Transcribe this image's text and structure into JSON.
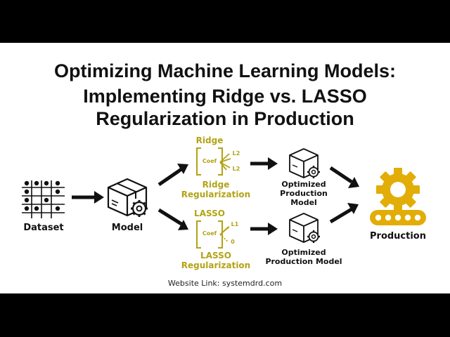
{
  "title": {
    "line1": "Optimizing Machine Learning Models:",
    "line2": "Implementing Ridge vs. LASSO",
    "line3": "Regularization in Production"
  },
  "nodes": {
    "dataset": "Dataset",
    "model": "Model",
    "ridge_header": "Ridge",
    "ridge_label_1": "Ridge",
    "ridge_label_2": "Regularization",
    "lasso_header": "LASSO",
    "lasso_label_1": "LASSO",
    "lasso_label_2": "Regularization",
    "opt_top_1": "Optimized",
    "opt_top_2": "Production",
    "opt_top_3": "Model",
    "opt_bottom_1": "Optimized",
    "opt_bottom_2": "Production Model",
    "production": "Production"
  },
  "ridge_icon": {
    "coef": "Coef",
    "l2_top": "L2",
    "l2_bottom": "L2"
  },
  "lasso_icon": {
    "coef": "Coef",
    "l1": "L1",
    "zero": "0"
  },
  "footer": {
    "website": "Website Link: systemdrd.com"
  },
  "colors": {
    "accent_gold": "#b3a316",
    "gear_gold": "#e2ad06",
    "text": "#111111",
    "letterbox": "#000000"
  }
}
